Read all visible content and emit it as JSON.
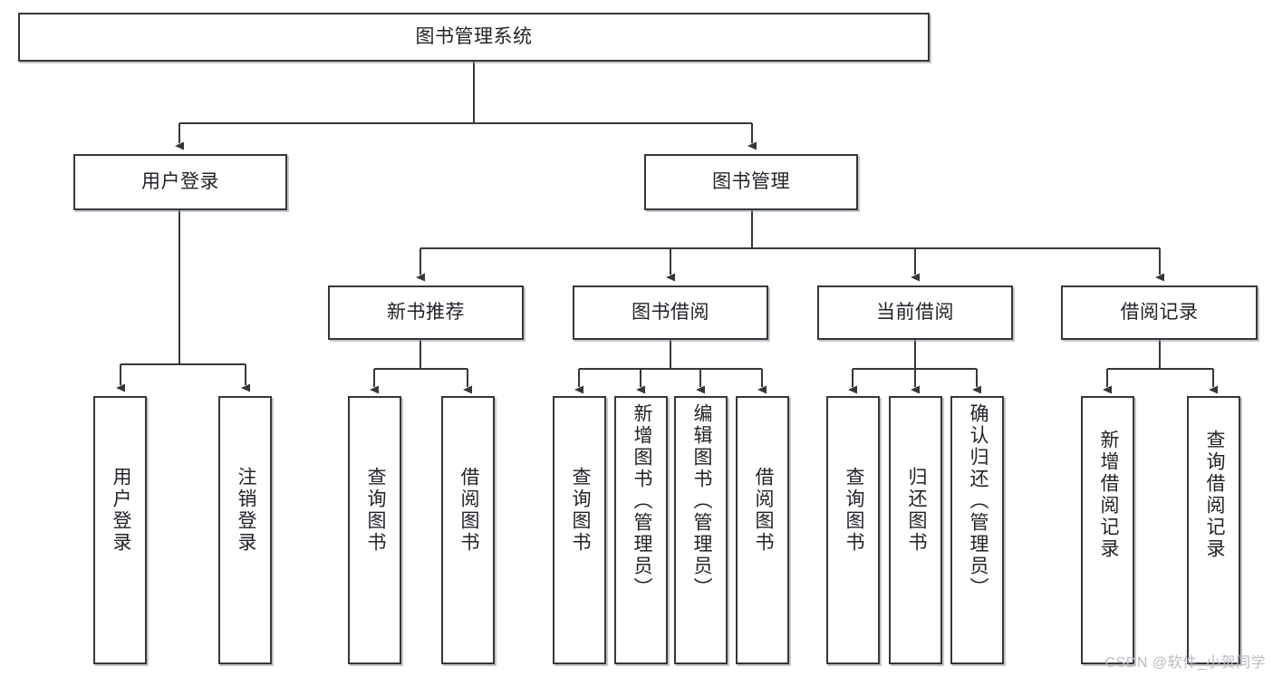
{
  "diagram": {
    "title": "图书管理系统",
    "type": "tree",
    "watermark": "CSDN @软件_小贺同学",
    "style": {
      "box_border_color": "#33383d",
      "box_fill_color": "#ffffff",
      "connector_color": "#33383d",
      "text_color": "#1f2328",
      "background_color": "#ffffff",
      "watermark_color": "#b9bcc0"
    },
    "levels": {
      "root": {
        "label": "图书管理系统"
      },
      "level2": [
        {
          "label": "用户登录"
        },
        {
          "label": "图书管理"
        }
      ],
      "level3": [
        {
          "label": "新书推荐"
        },
        {
          "label": "图书借阅"
        },
        {
          "label": "当前借阅"
        },
        {
          "label": "借阅记录"
        }
      ],
      "leaves": {
        "user_login": [
          {
            "label": "用户登录"
          },
          {
            "label": "注销登录"
          }
        ],
        "new_book_recommend": [
          {
            "label": "查询图书"
          },
          {
            "label": "借阅图书"
          }
        ],
        "book_borrow": [
          {
            "label": "查询图书"
          },
          {
            "label": "新增图书（管理员）"
          },
          {
            "label": "编辑图书（管理员）"
          },
          {
            "label": "借阅图书"
          }
        ],
        "current_borrow": [
          {
            "label": "查询图书"
          },
          {
            "label": "归还图书"
          },
          {
            "label": "确认归还（管理员）"
          }
        ],
        "borrow_record": [
          {
            "label": "新增借阅记录"
          },
          {
            "label": "查询借阅记录"
          }
        ]
      }
    }
  }
}
